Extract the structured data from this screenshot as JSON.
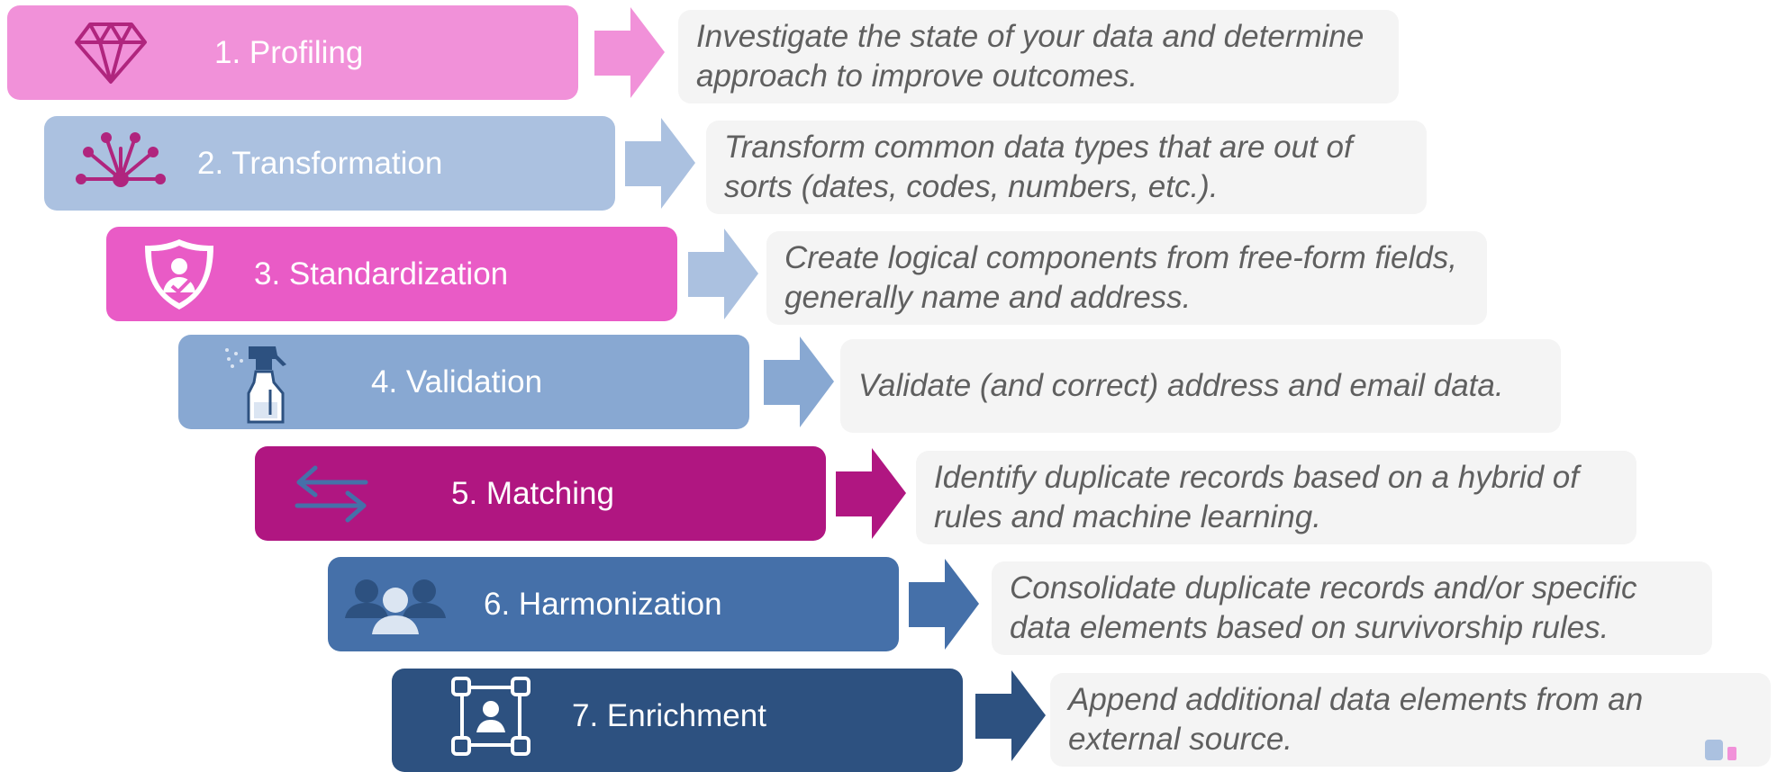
{
  "steps": [
    {
      "label": "1. Profiling",
      "description": "Investigate the state of your data and determine approach to improve outcomes.",
      "color": "#f191d9",
      "arrow_color": "#f191d9",
      "icon": "diamond-icon"
    },
    {
      "label": "2. Transformation",
      "description": "Transform common data types that are out of sorts (dates, codes, numbers, etc.).",
      "color": "#abc1e0",
      "arrow_color": "#abc1e0",
      "icon": "network-burst-icon"
    },
    {
      "label": "3. Standardization",
      "description": "Create logical components from free-form fields, generally name and address.",
      "color": "#e95bc6",
      "arrow_color": "#abc1e0",
      "icon": "shield-person-icon"
    },
    {
      "label": "4. Validation",
      "description": "Validate (and correct) address and email data.",
      "color": "#88a8d2",
      "arrow_color": "#88a8d2",
      "icon": "spray-bottle-icon"
    },
    {
      "label": "5. Matching",
      "description": "Identify duplicate records based on a hybrid of rules and machine learning.",
      "color": "#b01681",
      "arrow_color": "#b01681",
      "icon": "swap-arrows-icon"
    },
    {
      "label": "6. Harmonization",
      "description": "Consolidate duplicate records and/or specific data elements based on survivorship rules.",
      "color": "#4570a9",
      "arrow_color": "#4570a9",
      "icon": "people-group-icon"
    },
    {
      "label": "7. Enrichment",
      "description": "Append additional data elements from an external source.",
      "color": "#2d5180",
      "arrow_color": "#2d5180",
      "icon": "person-frame-icon"
    }
  ],
  "colors": {
    "description_bg": "#f4f4f4",
    "description_text": "#5f5f5f"
  }
}
